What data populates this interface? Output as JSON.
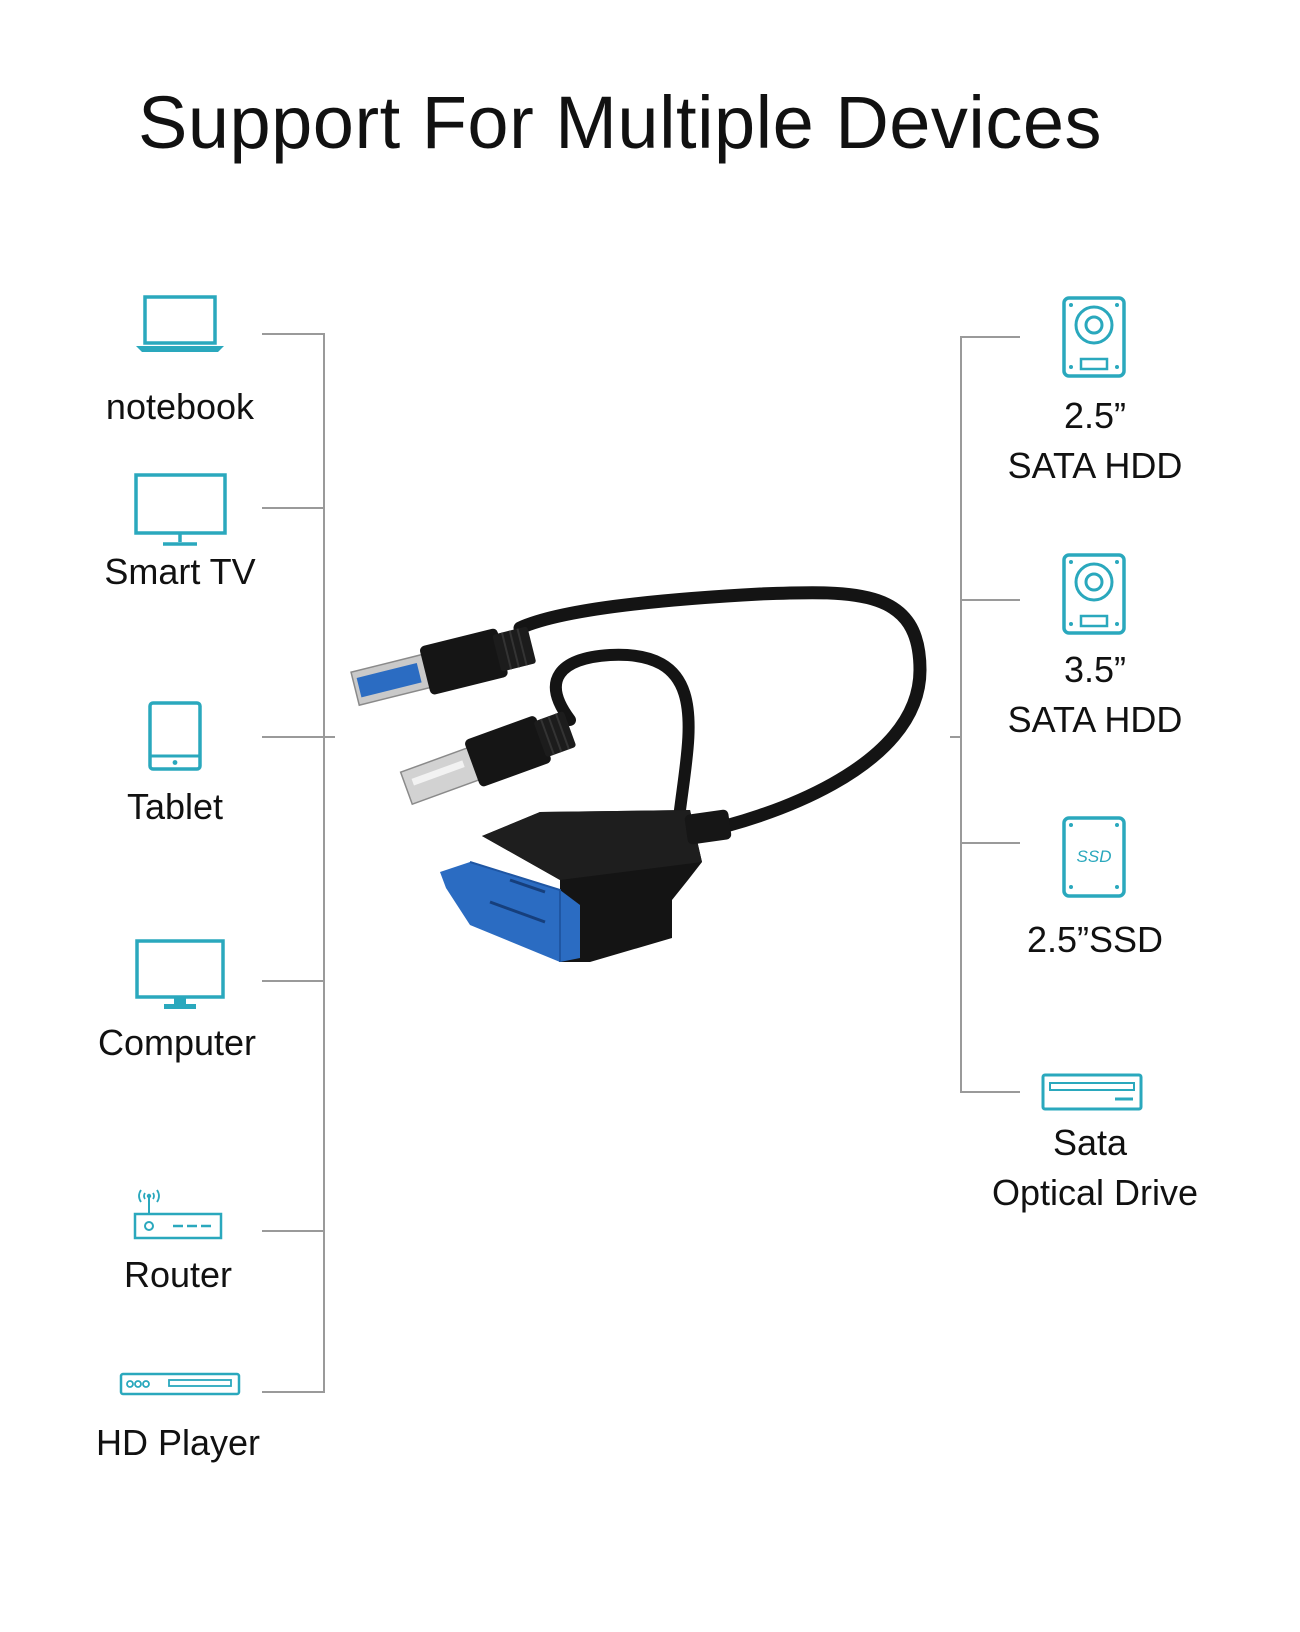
{
  "title": "Support For Multiple Devices",
  "colors": {
    "icon": "#2aa8bd",
    "line": "#9a9a9a",
    "cable": "#141414",
    "connector_blue": "#2b6cc2"
  },
  "left_devices": [
    {
      "label": "notebook",
      "icon": "laptop-icon"
    },
    {
      "label": "Smart TV",
      "icon": "tv-icon"
    },
    {
      "label": "Tablet",
      "icon": "tablet-icon"
    },
    {
      "label": "Computer",
      "icon": "monitor-icon"
    },
    {
      "label": "Router",
      "icon": "router-icon"
    },
    {
      "label": "HD Player",
      "icon": "hd-player-icon"
    }
  ],
  "right_devices": [
    {
      "line1": "2.5”",
      "line2": "SATA HDD",
      "icon": "hdd-icon"
    },
    {
      "line1": "3.5”",
      "line2": "SATA HDD",
      "icon": "hdd-icon"
    },
    {
      "line1": "2.5”SSD",
      "line2": "",
      "icon": "ssd-icon",
      "icon_text": "SSD"
    },
    {
      "line1": "Sata",
      "line2": "Optical Drive",
      "icon": "optical-drive-icon"
    }
  ]
}
